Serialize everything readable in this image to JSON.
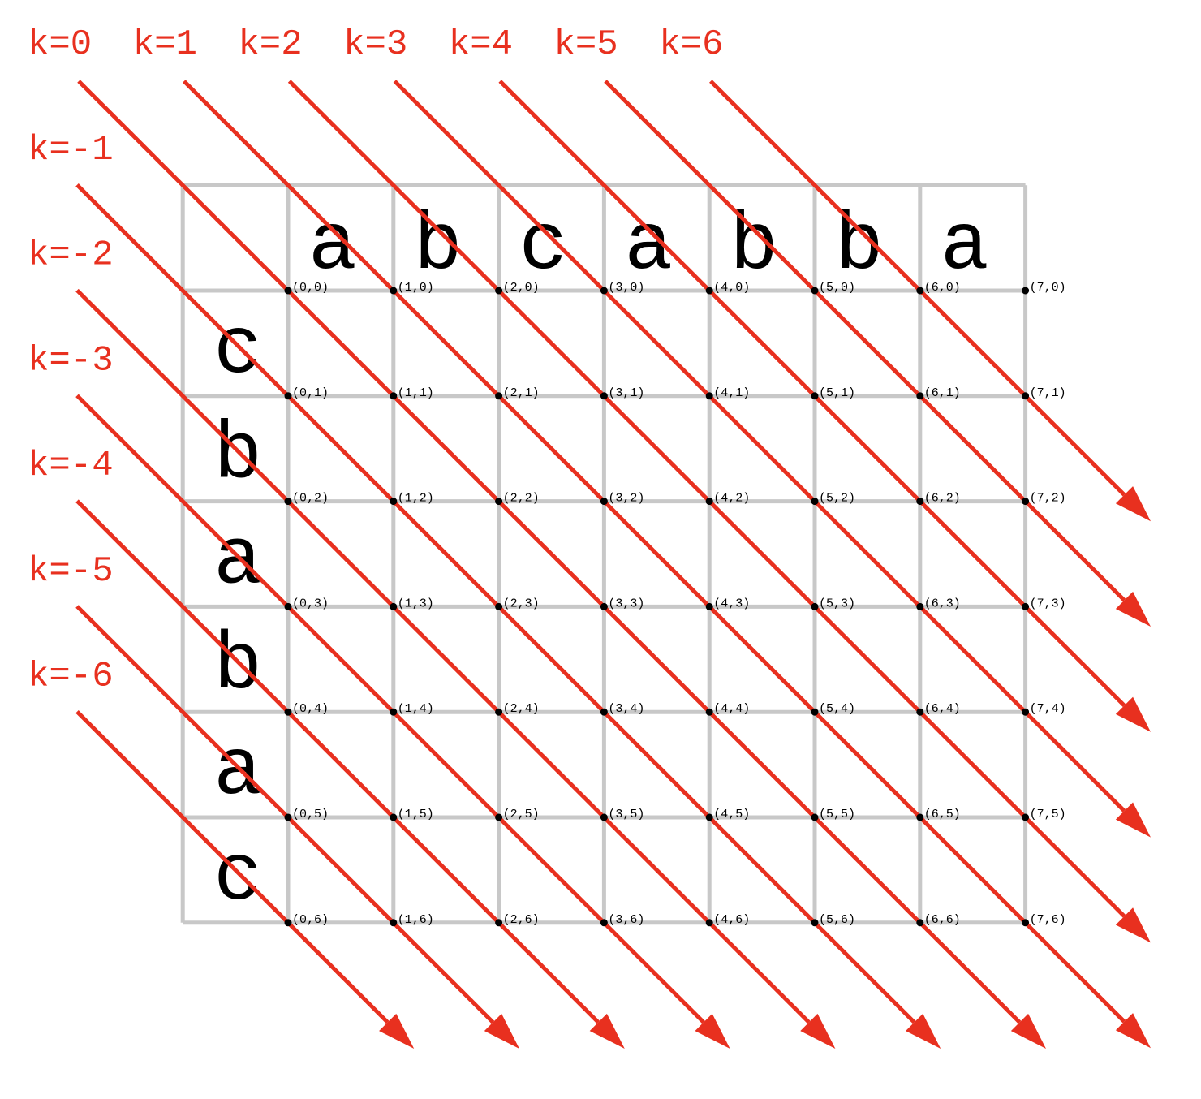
{
  "sequence_a": [
    "a",
    "b",
    "c",
    "a",
    "b",
    "b",
    "a"
  ],
  "sequence_b": [
    "c",
    "b",
    "a",
    "b",
    "a",
    "c"
  ],
  "diagonals": [
    {
      "k": 6,
      "label": "k=6"
    },
    {
      "k": 5,
      "label": "k=5"
    },
    {
      "k": 4,
      "label": "k=4"
    },
    {
      "k": 3,
      "label": "k=3"
    },
    {
      "k": 2,
      "label": "k=2"
    },
    {
      "k": 1,
      "label": "k=1"
    },
    {
      "k": 0,
      "label": "k=0"
    },
    {
      "k": -1,
      "label": "k=-1"
    },
    {
      "k": -2,
      "label": "k=-2"
    },
    {
      "k": -3,
      "label": "k=-3"
    },
    {
      "k": -4,
      "label": "k=-4"
    },
    {
      "k": -5,
      "label": "k=-5"
    },
    {
      "k": -6,
      "label": "k=-6"
    }
  ],
  "nodes": [
    "(0,0)",
    "(1,0)",
    "(2,0)",
    "(3,0)",
    "(4,0)",
    "(5,0)",
    "(6,0)",
    "(7,0)",
    "(0,1)",
    "(1,1)",
    "(2,1)",
    "(3,1)",
    "(4,1)",
    "(5,1)",
    "(6,1)",
    "(7,1)",
    "(0,2)",
    "(1,2)",
    "(2,2)",
    "(3,2)",
    "(4,2)",
    "(5,2)",
    "(6,2)",
    "(7,2)",
    "(0,3)",
    "(1,3)",
    "(2,3)",
    "(3,3)",
    "(4,3)",
    "(5,3)",
    "(6,3)",
    "(7,3)",
    "(0,4)",
    "(1,4)",
    "(2,4)",
    "(3,4)",
    "(4,4)",
    "(5,4)",
    "(6,4)",
    "(7,4)",
    "(0,5)",
    "(1,5)",
    "(2,5)",
    "(3,5)",
    "(4,5)",
    "(5,5)",
    "(6,5)",
    "(7,5)",
    "(0,6)",
    "(1,6)",
    "(2,6)",
    "(3,6)",
    "(4,6)",
    "(5,6)",
    "(6,6)",
    "(7,6)"
  ],
  "colors": {
    "diagonal": "#e8301f",
    "grid": "#c8c8c8",
    "text": "#000000"
  }
}
